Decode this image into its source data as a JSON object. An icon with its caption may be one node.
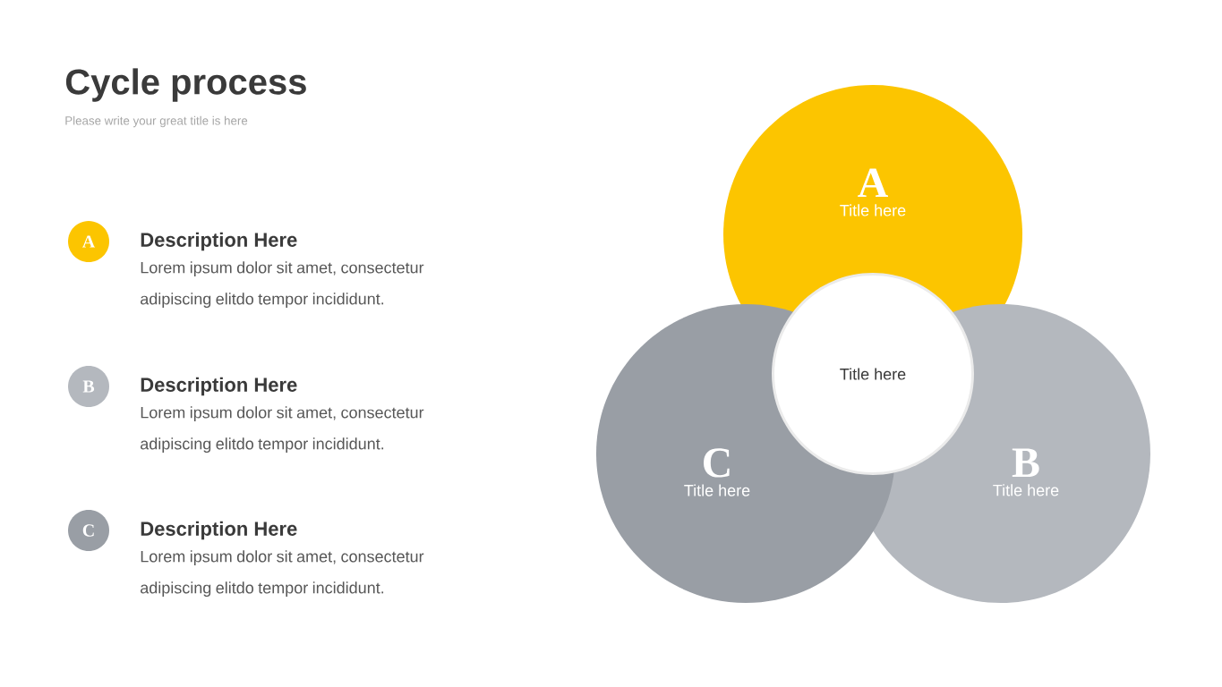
{
  "diagram": {
    "title": "Cycle process",
    "nodes": [
      {
        "text": [
          "A"
        ],
        "beside": [
          "Description Here",
          "Lorem ipsum dolor sit amet, consectetur adipiscing elitdo tempor incididunt."
        ]
      },
      {
        "text": [
          "B"
        ],
        "beside": [
          "Description Here",
          "Lorem ipsum dolor sit amet, consectetur adipiscing elitdo tempor incididunt."
        ]
      },
      {
        "text": [
          "C"
        ],
        "beside": [
          "Description Here",
          "Lorem ipsum dolor sit amet, consectetur adipiscing elitdo tempor incididunt."
        ]
      },
      {
        "text": [
          "A",
          "Title here"
        ]
      },
      {
        "text": [
          "B",
          "Title here"
        ]
      },
      {
        "text": [
          "C",
          "Title here"
        ]
      },
      {
        "text": [
          "Title here"
        ]
      }
    ],
    "labels": [
      "Please write your great title is here"
    ]
  }
}
